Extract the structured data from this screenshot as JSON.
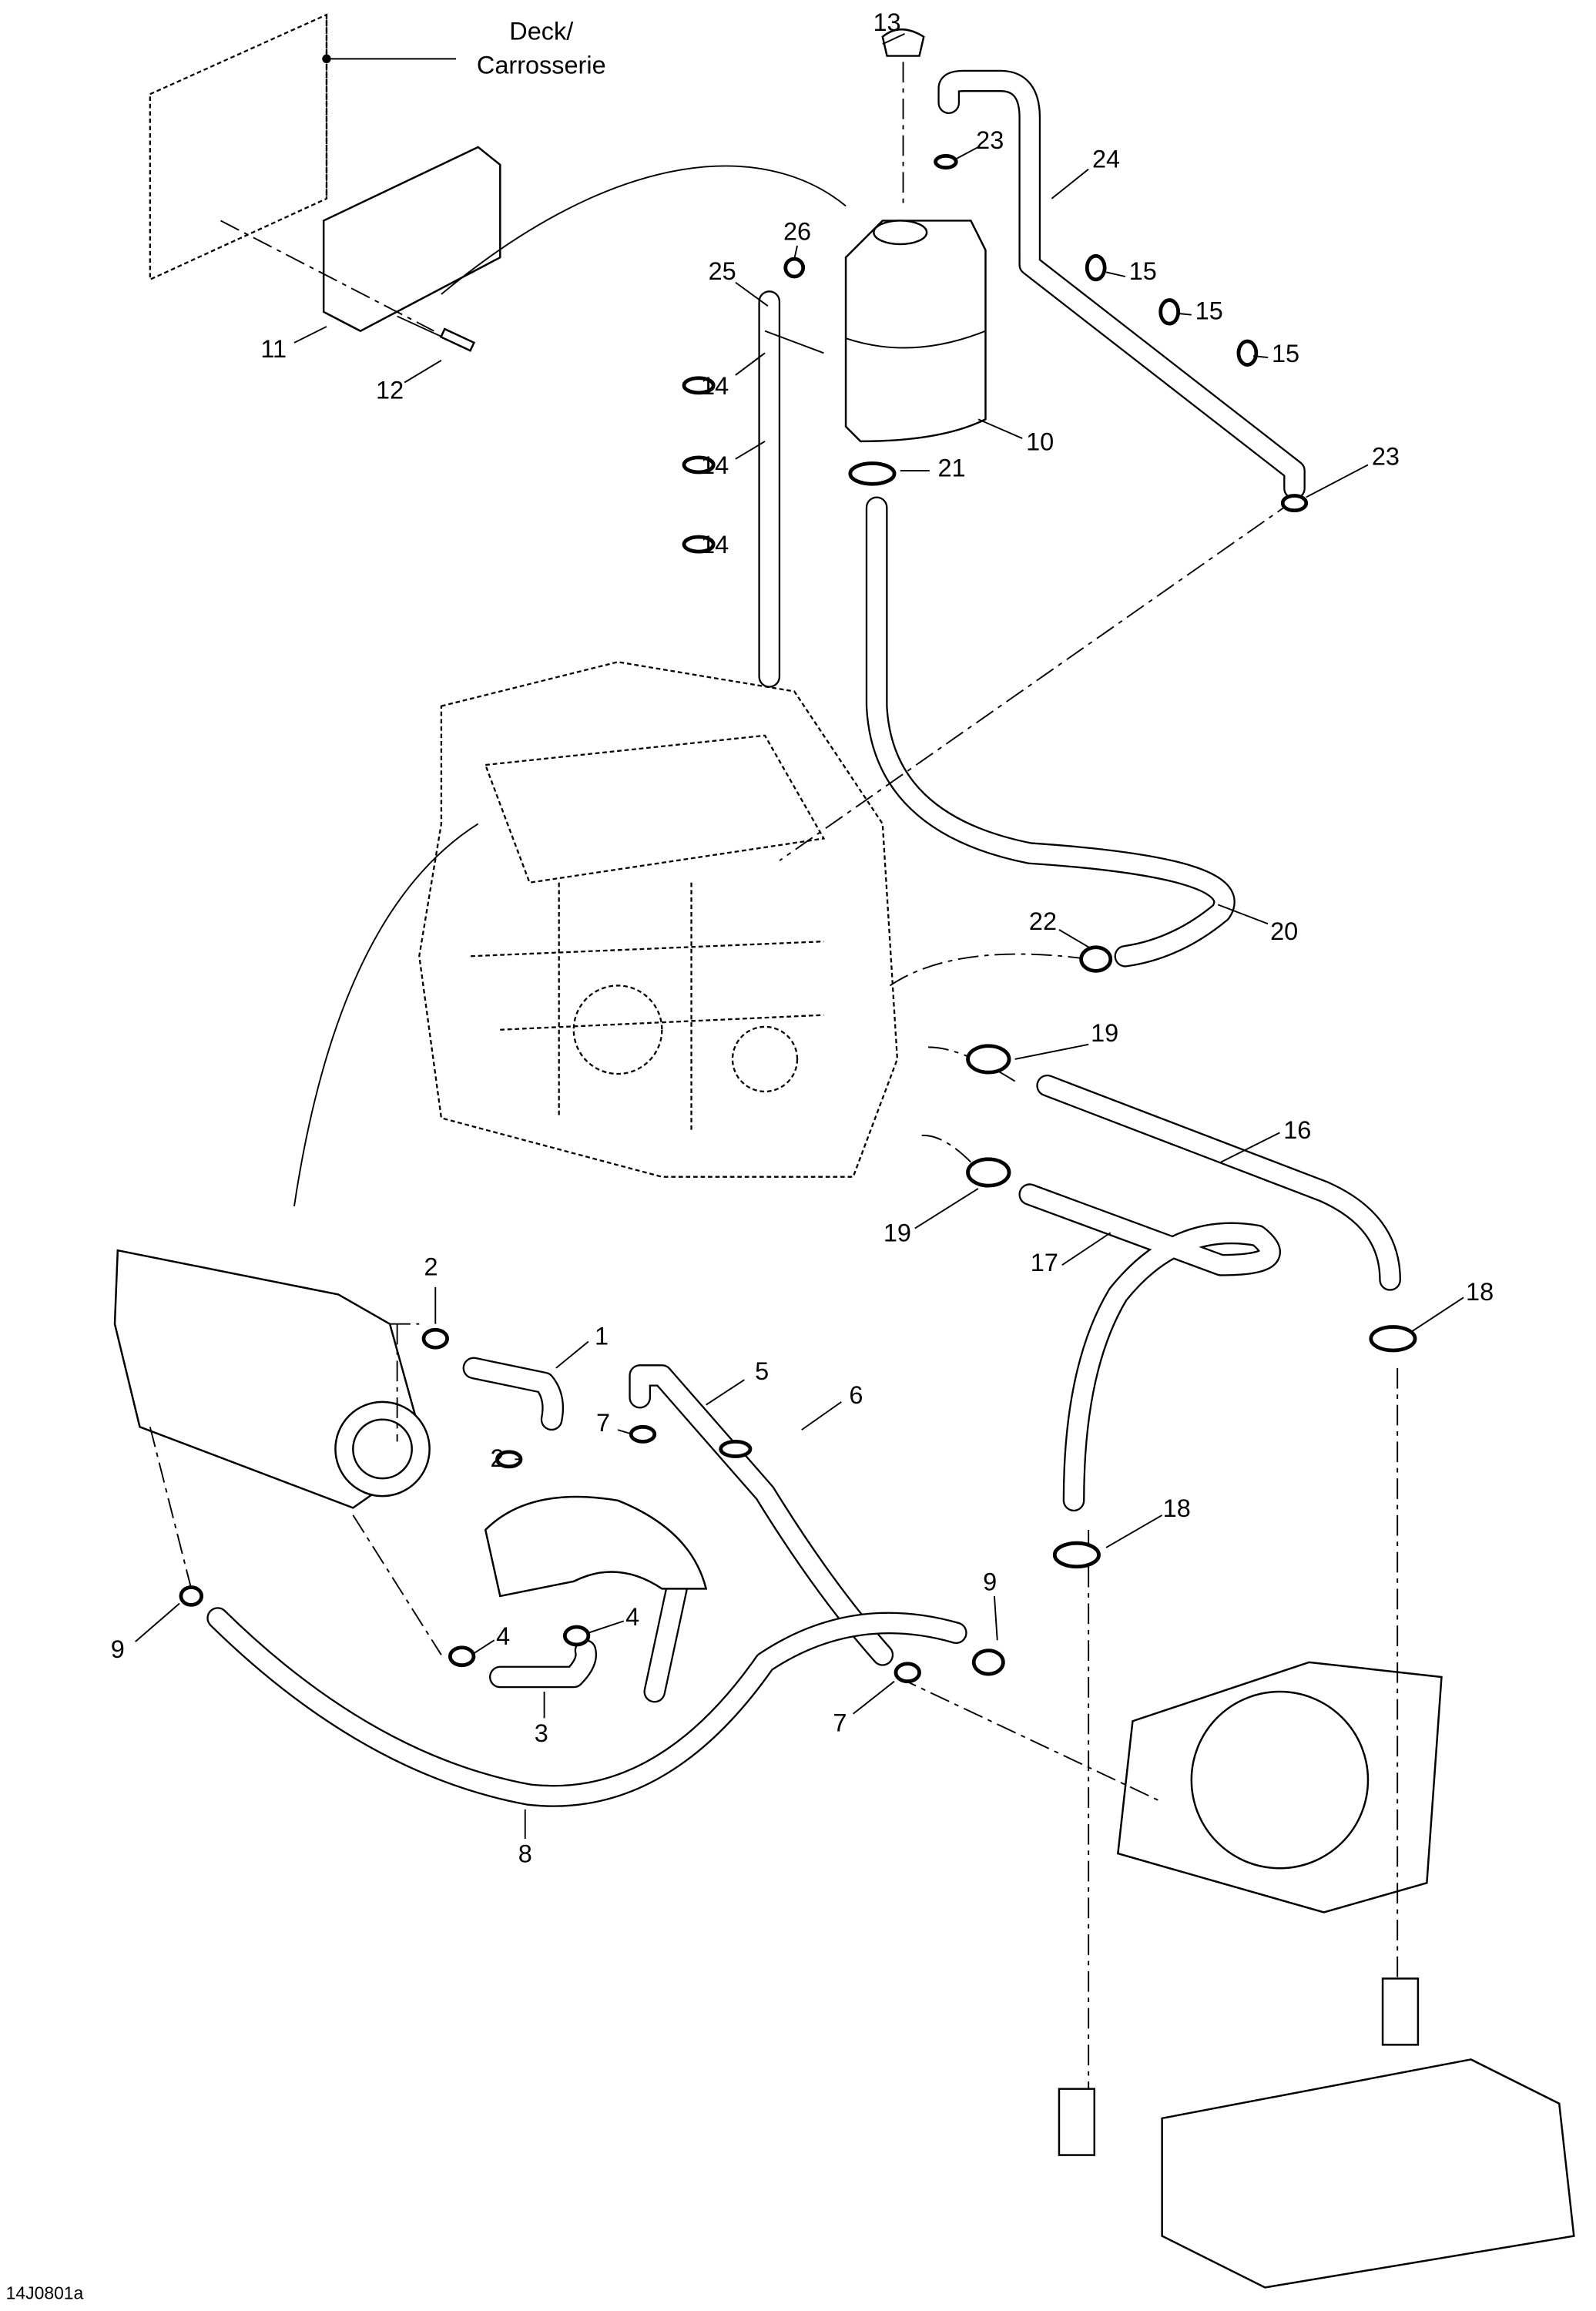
{
  "diagram": {
    "figure_code": "14J0801a",
    "reference_label": "Deck/\nCarrosserie",
    "reference_line1": "Deck/",
    "reference_line2": "Carrosserie",
    "callouts": [
      "13",
      "23",
      "24",
      "26",
      "15",
      "15",
      "15",
      "25",
      "11",
      "12",
      "14",
      "14",
      "14",
      "10",
      "21",
      "23",
      "22",
      "20",
      "19",
      "16",
      "19",
      "17",
      "18",
      "2",
      "1",
      "5",
      "6",
      "7",
      "2",
      "18",
      "9",
      "4",
      "4",
      "9",
      "3",
      "7",
      "8"
    ]
  }
}
